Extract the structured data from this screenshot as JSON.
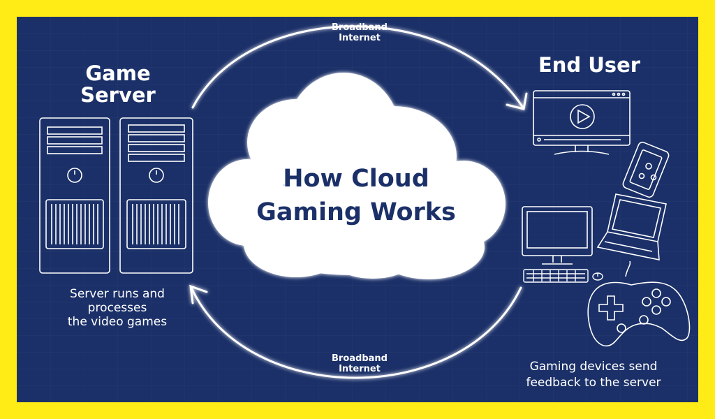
{
  "title": "How Cloud Gaming Works",
  "title_lines": [
    "How Cloud",
    "Gaming Works"
  ],
  "game_server": {
    "heading_lines": [
      "Game",
      "Server"
    ],
    "caption_lines": [
      "Server runs and",
      "processes",
      "the video games"
    ]
  },
  "end_user": {
    "heading": "End User",
    "caption_lines": [
      "Gaming devices send",
      "feedback to the server"
    ]
  },
  "links": {
    "top": [
      "Broadband",
      "Internet"
    ],
    "bottom": [
      "Broadband",
      "Internet"
    ]
  },
  "colors": {
    "frame": "#FFEC17",
    "background": "#1B3068",
    "title": "#1B3068",
    "line": "#FFFFFF"
  },
  "icons": [
    "server-tower-icon",
    "monitor-play-icon",
    "smartphone-icon",
    "laptop-icon",
    "desktop-computer-icon",
    "keyboard-icon",
    "mouse-icon",
    "gamepad-icon",
    "arrow-icon"
  ]
}
